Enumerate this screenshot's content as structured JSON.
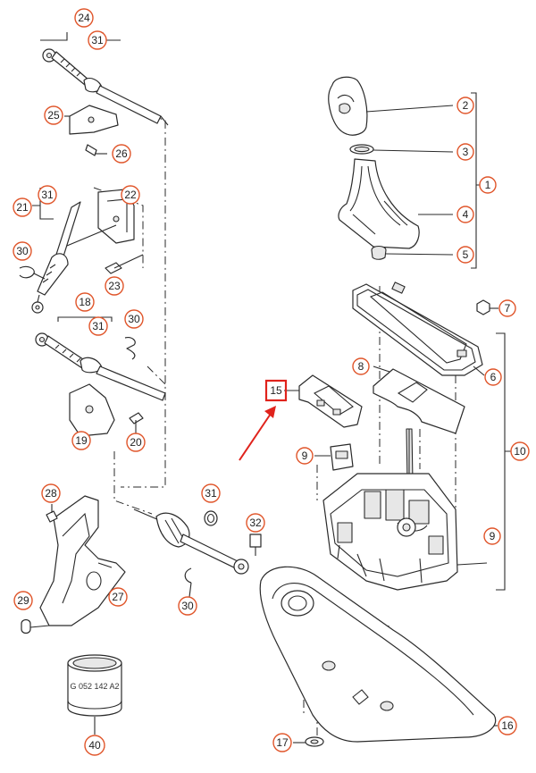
{
  "diagram": {
    "highlight_color": "#e0231c",
    "callout_color": "#e0552a",
    "highlighted_label": "15",
    "sleeve_stamp": "G 052 142 A2",
    "labels": {
      "c1": "1",
      "c2": "2",
      "c3": "3",
      "c4": "4",
      "c5": "5",
      "c6": "6",
      "c7": "7",
      "c8": "8",
      "c9a": "9",
      "c9b": "9",
      "c10": "10",
      "c16": "16",
      "c17": "17",
      "c18": "18",
      "c19": "19",
      "c20": "20",
      "c21": "21",
      "c22": "22",
      "c23": "23",
      "c24": "24",
      "c25": "25",
      "c26": "26",
      "c27": "27",
      "c28": "28",
      "c29": "29",
      "c30a": "30",
      "c30b": "30",
      "c30c": "30",
      "c31a": "31",
      "c31b": "31",
      "c31c": "31",
      "c31d": "31",
      "c32": "32",
      "c40": "40"
    }
  }
}
